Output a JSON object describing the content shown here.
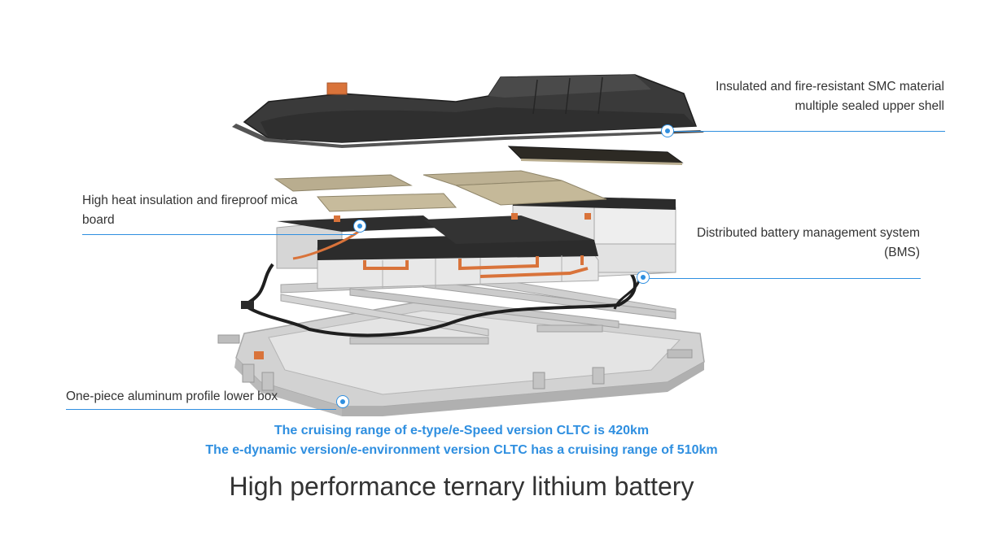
{
  "callouts": {
    "upper_shell": {
      "line1": "Insulated and fire-resistant SMC material",
      "line2": "multiple sealed upper shell"
    },
    "mica_board": {
      "line1": "High heat insulation and fireproof mica",
      "line2": "board"
    },
    "bms": {
      "line1": "Distributed battery management system",
      "line2": "(BMS)"
    },
    "lower_box": {
      "line1": "One-piece aluminum profile lower box"
    }
  },
  "range": {
    "line1": "The cruising range of e-type/e-Speed version CLTC is 420km",
    "line2": "The e-dynamic version/e-environment version CLTC has a cruising range of 510km"
  },
  "title": "High performance ternary lithium battery",
  "colors": {
    "accent": "#2f8fe0",
    "text": "#333333",
    "shell": "#3a3a3a",
    "cell_gray": "#d8d8d8",
    "busbar_orange": "#d9733a",
    "mica_tan": "#b9ad8f",
    "tray_gray": "#c9c9c9"
  }
}
